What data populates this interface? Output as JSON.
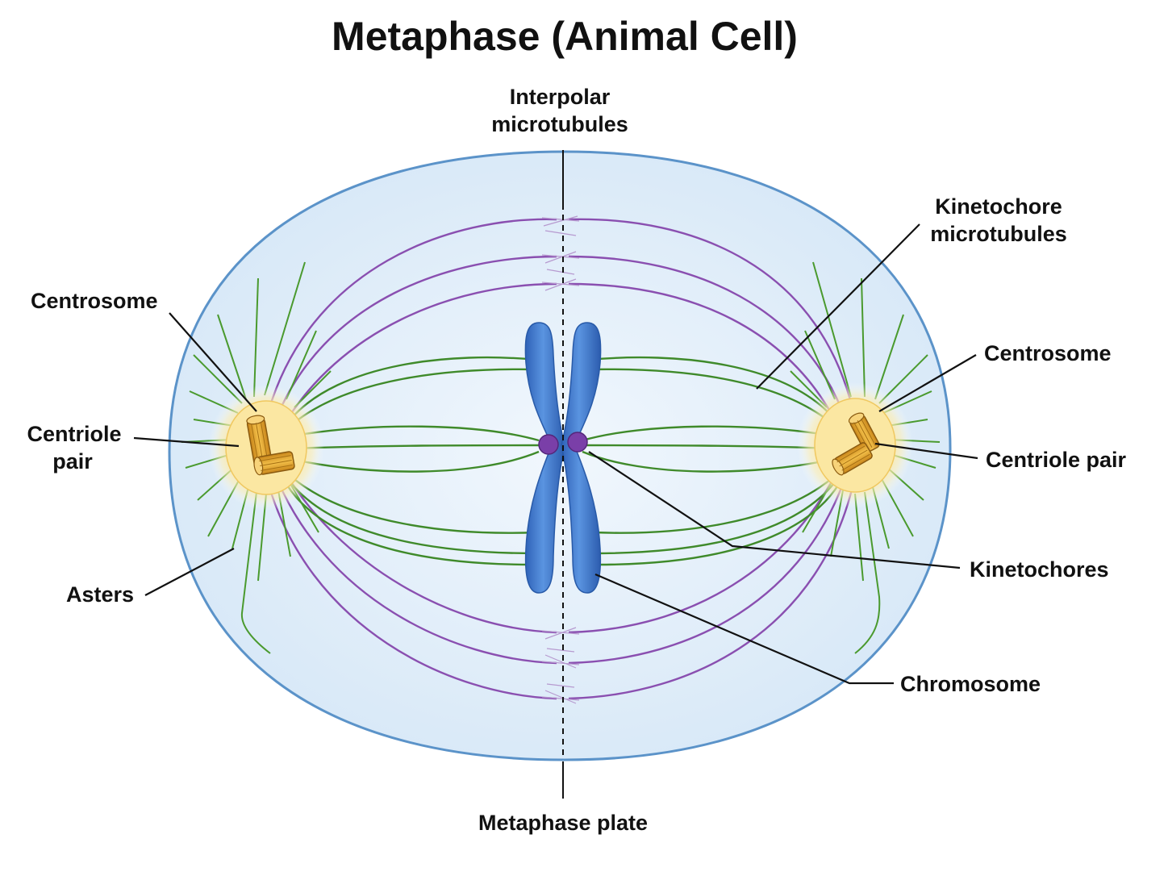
{
  "title": "Metaphase (Animal Cell)",
  "labels": {
    "interpolar_line1": "Interpolar",
    "interpolar_line2": "microtubules",
    "kinetochore_mt_line1": "Kinetochore",
    "kinetochore_mt_line2": "microtubules",
    "centrosome_left": "Centrosome",
    "centriole_left_line1": "Centriole",
    "centriole_left_line2": "pair",
    "asters": "Asters",
    "centrosome_right": "Centrosome",
    "centriole_right": "Centriole pair",
    "kinetochores": "Kinetochores",
    "chromosome": "Chromosome",
    "metaphase_plate": "Metaphase plate"
  },
  "colors": {
    "cell_fill": "#dcebf8",
    "cell_border": "#5b93c9",
    "interpolar": "#8a4fb0",
    "kinetochore_mt": "#3f8a2a",
    "aster": "#4a9a2e",
    "centrosome": "#fbe7a2",
    "centriole": "#e0a020",
    "chromosome": "#3e7bd0",
    "kinetochore": "#7a3fa8"
  }
}
